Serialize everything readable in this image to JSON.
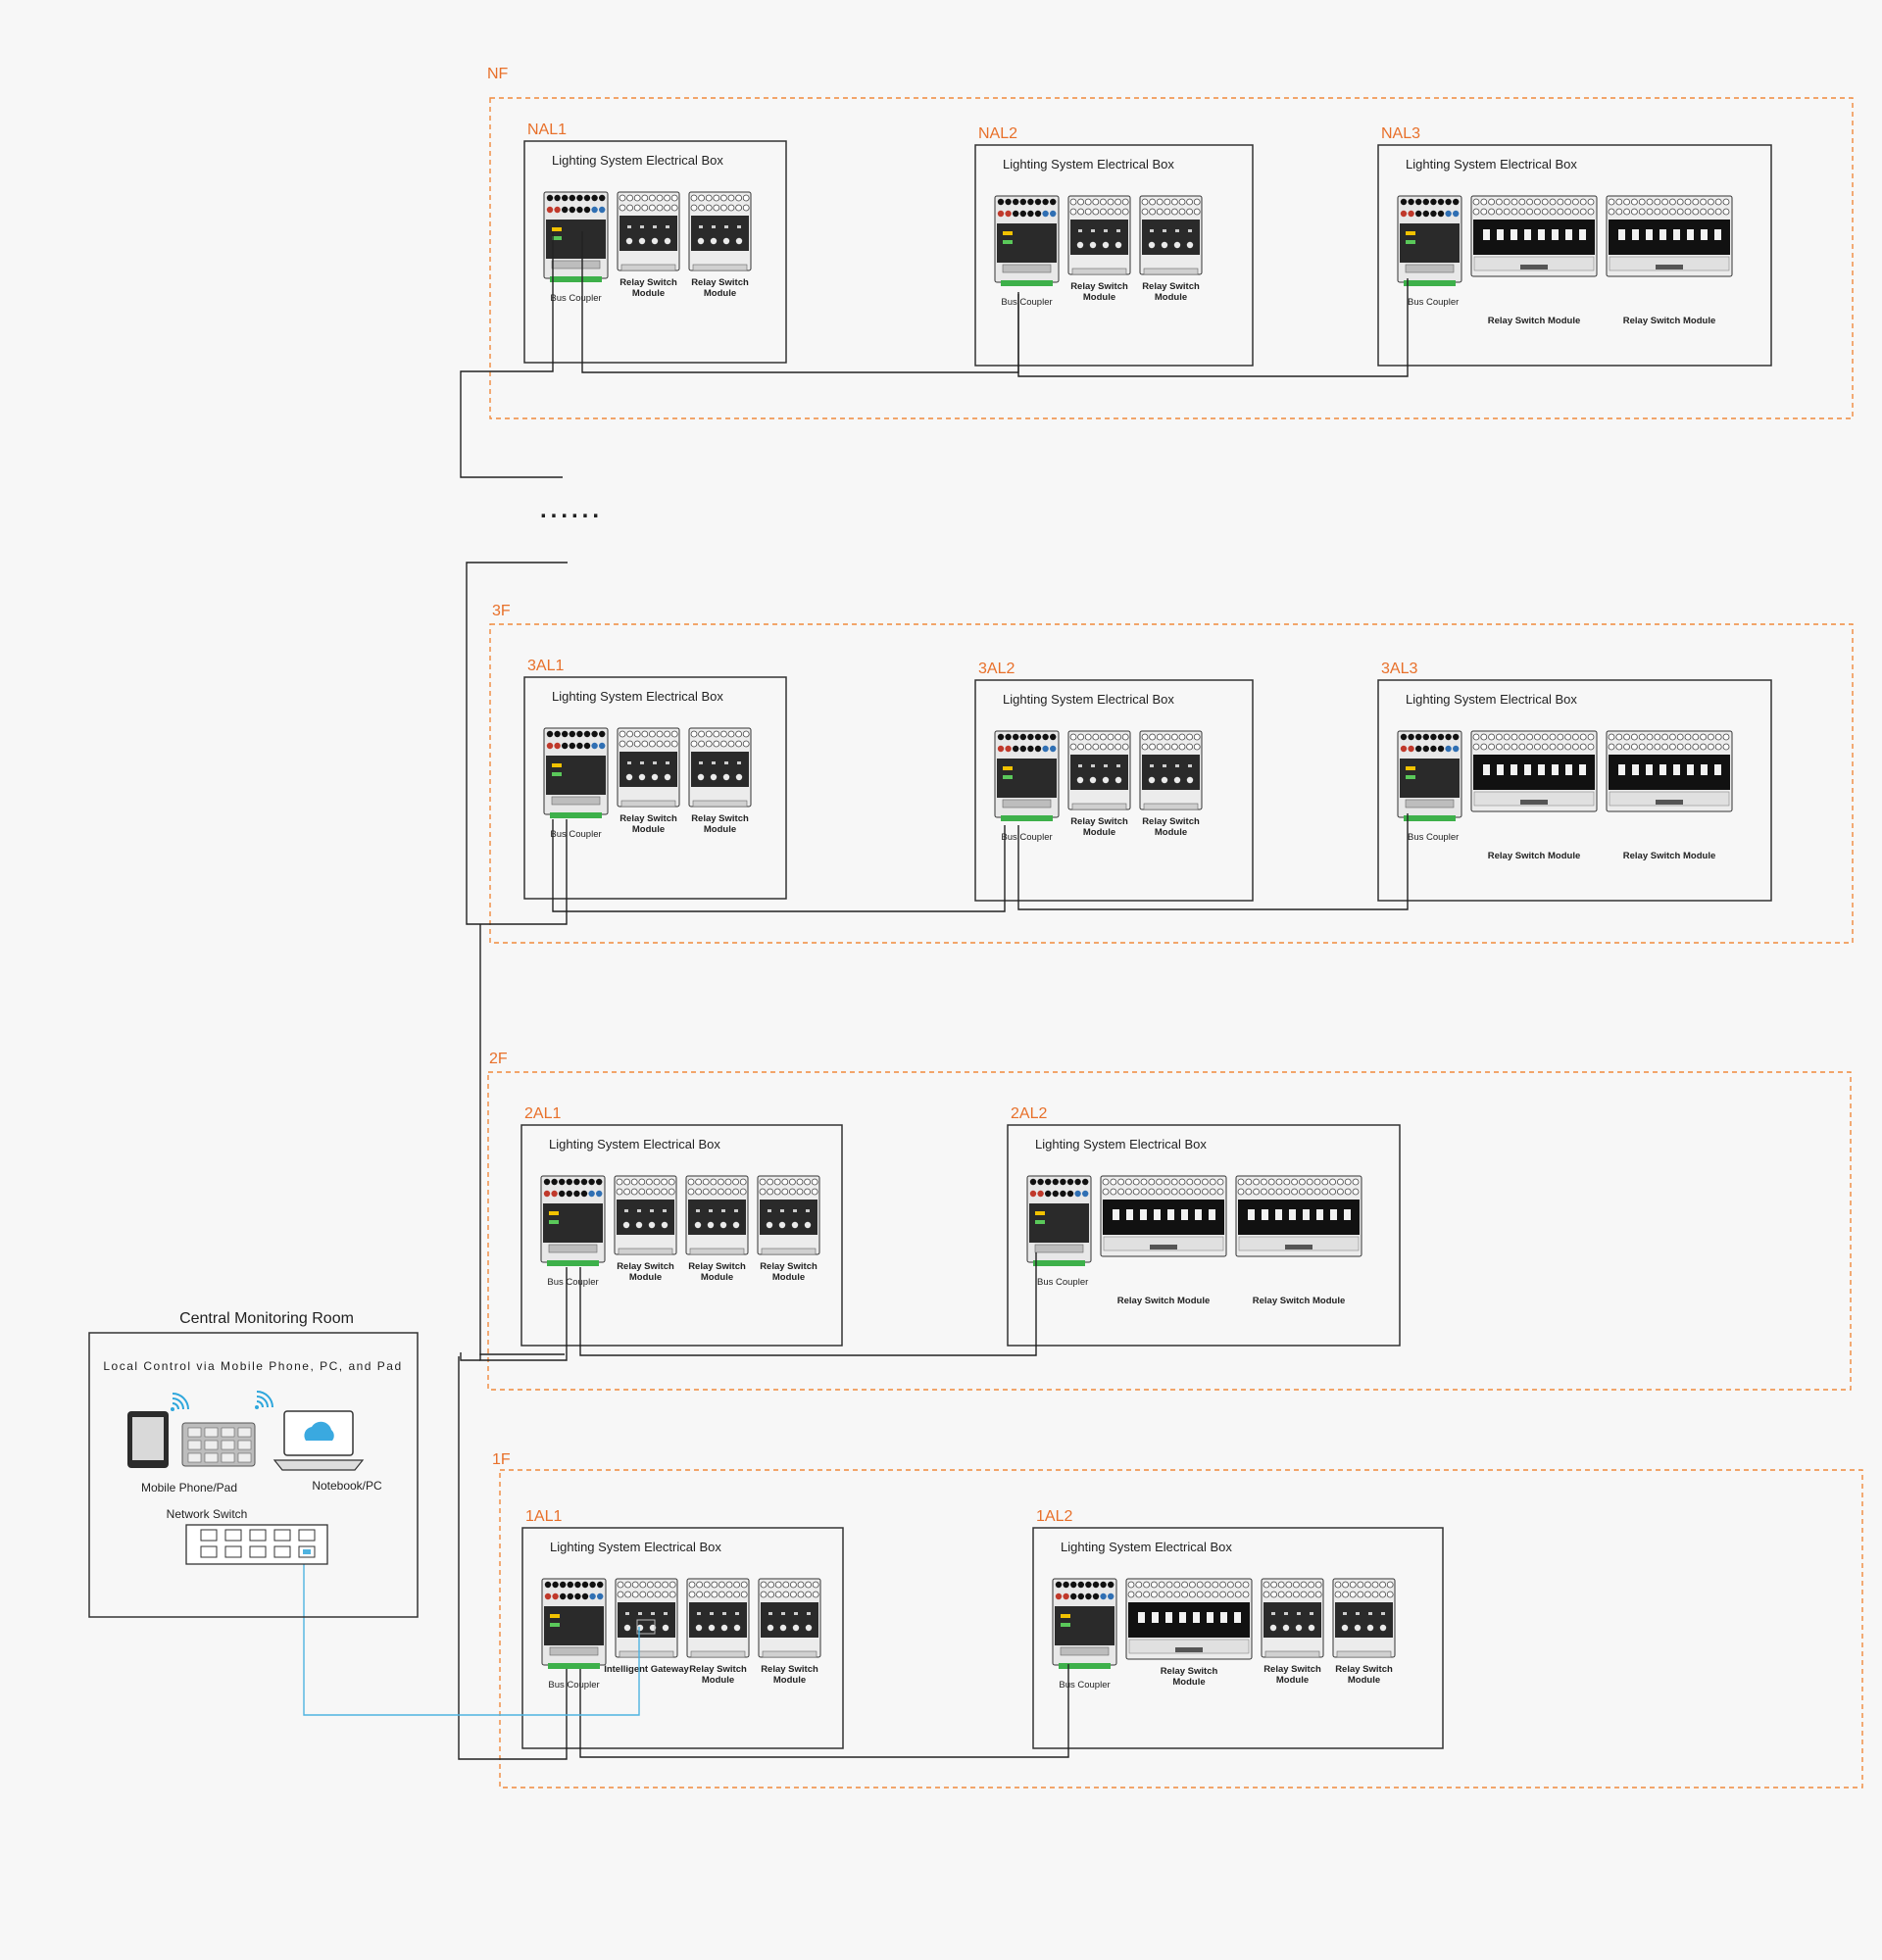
{
  "colors": {
    "background": "#f7f7f7",
    "floor_border": "#f08a3c",
    "floor_label": "#e8702a",
    "box_border": "#333333",
    "bus_line": "#222222",
    "network_line": "#4fb3e0",
    "wifi": "#2fa7dc",
    "din_rail": "#3db04a",
    "device_body": "#2a2a2a"
  },
  "ellipsis": "......",
  "floors": [
    {
      "label": "NF",
      "boxes": [
        {
          "label": "NAL1",
          "title": "Lighting System Electrical Box",
          "layout": "small",
          "modules": [
            {
              "kind": "coupler",
              "caption": [
                "Bus Coupler"
              ]
            },
            {
              "kind": "relay",
              "caption": [
                "Relay Switch",
                "Module"
              ]
            },
            {
              "kind": "relay",
              "caption": [
                "Relay Switch",
                "Module"
              ]
            }
          ]
        },
        {
          "label": "NAL2",
          "title": "Lighting System Electrical Box",
          "layout": "small",
          "modules": [
            {
              "kind": "coupler",
              "caption": [
                "Bus Coupler"
              ]
            },
            {
              "kind": "relay",
              "caption": [
                "Relay Switch",
                "Module"
              ]
            },
            {
              "kind": "relay",
              "caption": [
                "Relay Switch",
                "Module"
              ]
            }
          ]
        },
        {
          "label": "NAL3",
          "title": "Lighting System Electrical Box",
          "layout": "wide",
          "modules": [
            {
              "kind": "coupler",
              "caption": [
                "Bus Coupler"
              ]
            },
            {
              "kind": "relay-wide",
              "caption": [
                "Relay Switch Module"
              ]
            },
            {
              "kind": "relay-wide",
              "caption": [
                "Relay Switch Module"
              ]
            }
          ]
        }
      ]
    },
    {
      "label": "3F",
      "boxes": [
        {
          "label": "3AL1",
          "title": "Lighting System Electrical Box",
          "layout": "small",
          "modules": [
            {
              "kind": "coupler",
              "caption": [
                "Bus Coupler"
              ]
            },
            {
              "kind": "relay",
              "caption": [
                "Relay Switch",
                "Module"
              ]
            },
            {
              "kind": "relay",
              "caption": [
                "Relay Switch",
                "Module"
              ]
            }
          ]
        },
        {
          "label": "3AL2",
          "title": "Lighting System Electrical Box",
          "layout": "small",
          "modules": [
            {
              "kind": "coupler",
              "caption": [
                "Bus Coupler"
              ]
            },
            {
              "kind": "relay",
              "caption": [
                "Relay Switch",
                "Module"
              ]
            },
            {
              "kind": "relay",
              "caption": [
                "Relay Switch",
                "Module"
              ]
            }
          ]
        },
        {
          "label": "3AL3",
          "title": "Lighting System Electrical Box",
          "layout": "wide",
          "modules": [
            {
              "kind": "coupler",
              "caption": [
                "Bus Coupler"
              ]
            },
            {
              "kind": "relay-wide",
              "caption": [
                "Relay Switch Module"
              ]
            },
            {
              "kind": "relay-wide",
              "caption": [
                "Relay Switch Module"
              ]
            }
          ]
        }
      ]
    },
    {
      "label": "2F",
      "boxes": [
        {
          "label": "2AL1",
          "title": "Lighting System Electrical Box",
          "layout": "small",
          "modules": [
            {
              "kind": "coupler",
              "caption": [
                "Bus Coupler"
              ]
            },
            {
              "kind": "relay",
              "caption": [
                "Relay Switch",
                "Module"
              ]
            },
            {
              "kind": "relay",
              "caption": [
                "Relay Switch",
                "Module"
              ]
            },
            {
              "kind": "relay",
              "caption": [
                "Relay Switch",
                "Module"
              ]
            }
          ]
        },
        {
          "label": "2AL2",
          "title": "Lighting System Electrical Box",
          "layout": "wide",
          "modules": [
            {
              "kind": "coupler",
              "caption": [
                "Bus Coupler"
              ]
            },
            {
              "kind": "relay-wide",
              "caption": [
                "Relay Switch Module"
              ]
            },
            {
              "kind": "relay-wide",
              "caption": [
                "Relay Switch Module"
              ]
            }
          ]
        }
      ]
    },
    {
      "label": "1F",
      "boxes": [
        {
          "label": "1AL1",
          "title": "Lighting System Electrical Box",
          "layout": "small",
          "modules": [
            {
              "kind": "coupler",
              "caption": [
                "Bus Coupler"
              ]
            },
            {
              "kind": "gateway",
              "caption": [
                "Intelligent Gateway"
              ]
            },
            {
              "kind": "relay",
              "caption": [
                "Relay Switch",
                "Module"
              ]
            },
            {
              "kind": "relay",
              "caption": [
                "Relay Switch",
                "Module"
              ]
            }
          ]
        },
        {
          "label": "1AL2",
          "title": "Lighting System Electrical Box",
          "layout": "small",
          "modules": [
            {
              "kind": "coupler",
              "caption": [
                "Bus Coupler"
              ]
            },
            {
              "kind": "relay-wide",
              "caption": [
                "Relay Switch",
                "Module"
              ]
            },
            {
              "kind": "relay",
              "caption": [
                "Relay Switch",
                "Module"
              ]
            },
            {
              "kind": "relay",
              "caption": [
                "Relay Switch",
                "Module"
              ]
            }
          ]
        }
      ]
    }
  ],
  "monitoring": {
    "title": "Central Monitoring Room",
    "subtitle": "Local Control via Mobile Phone, PC, and Pad",
    "phone_label": "Mobile Phone/Pad",
    "notebook_label": "Notebook/PC",
    "switch_label": "Network Switch"
  }
}
